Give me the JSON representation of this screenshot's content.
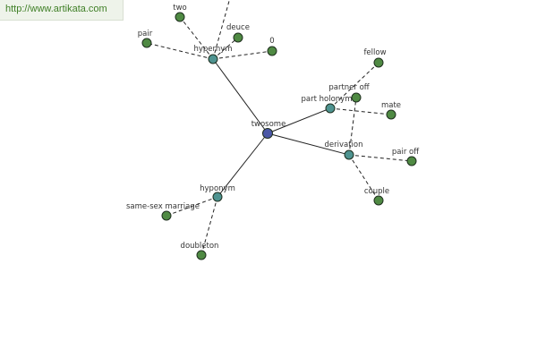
{
  "banner": {
    "url_text": "http://www.artikata.com"
  },
  "colors": {
    "center": "#4b57a6",
    "relation": "#4e9390",
    "leaf": "#4f8a43",
    "stroke": "#1f2f1f"
  },
  "graph": {
    "nodes": [
      {
        "id": "twosome",
        "label": "twosome",
        "kind": "center"
      },
      {
        "id": "hypernym",
        "label": "hypernym",
        "kind": "relation"
      },
      {
        "id": "part_holonym",
        "label": "part holonym",
        "kind": "relation"
      },
      {
        "id": "derivation",
        "label": "derivation",
        "kind": "relation"
      },
      {
        "id": "hyponym",
        "label": "hyponym",
        "kind": "relation"
      },
      {
        "id": "two",
        "label": "two",
        "kind": "leaf"
      },
      {
        "id": "deuce",
        "label": "deuce",
        "kind": "leaf"
      },
      {
        "id": "zero",
        "label": "0",
        "kind": "leaf"
      },
      {
        "id": "pair",
        "label": "pair",
        "kind": "leaf"
      },
      {
        "id": "offscreen",
        "label": "",
        "kind": "leaf"
      },
      {
        "id": "fellow",
        "label": "fellow",
        "kind": "leaf"
      },
      {
        "id": "partner_off",
        "label": "partner off",
        "kind": "leaf"
      },
      {
        "id": "mate",
        "label": "mate",
        "kind": "leaf"
      },
      {
        "id": "pair_off",
        "label": "pair off",
        "kind": "leaf"
      },
      {
        "id": "couple",
        "label": "couple",
        "kind": "leaf"
      },
      {
        "id": "same_sex_marriage",
        "label": "same-sex marriage",
        "kind": "leaf"
      },
      {
        "id": "doubleton",
        "label": "doubleton",
        "kind": "leaf"
      }
    ],
    "edges": [
      {
        "from": "twosome",
        "to": "hypernym",
        "style": "solid"
      },
      {
        "from": "twosome",
        "to": "part_holonym",
        "style": "solid"
      },
      {
        "from": "twosome",
        "to": "derivation",
        "style": "solid"
      },
      {
        "from": "twosome",
        "to": "hyponym",
        "style": "solid"
      },
      {
        "from": "hypernym",
        "to": "two",
        "style": "dashed"
      },
      {
        "from": "hypernym",
        "to": "deuce",
        "style": "dashed"
      },
      {
        "from": "hypernym",
        "to": "zero",
        "style": "dashed"
      },
      {
        "from": "hypernym",
        "to": "pair",
        "style": "dashed"
      },
      {
        "from": "hypernym",
        "to": "offscreen",
        "style": "dashed"
      },
      {
        "from": "part_holonym",
        "to": "fellow",
        "style": "dashed"
      },
      {
        "from": "part_holonym",
        "to": "mate",
        "style": "dashed"
      },
      {
        "from": "derivation",
        "to": "partner_off",
        "style": "dashed"
      },
      {
        "from": "derivation",
        "to": "pair_off",
        "style": "dashed"
      },
      {
        "from": "derivation",
        "to": "couple",
        "style": "dashed"
      },
      {
        "from": "hyponym",
        "to": "same_sex_marriage",
        "style": "dashed"
      },
      {
        "from": "hyponym",
        "to": "doubleton",
        "style": "dashed"
      }
    ]
  }
}
